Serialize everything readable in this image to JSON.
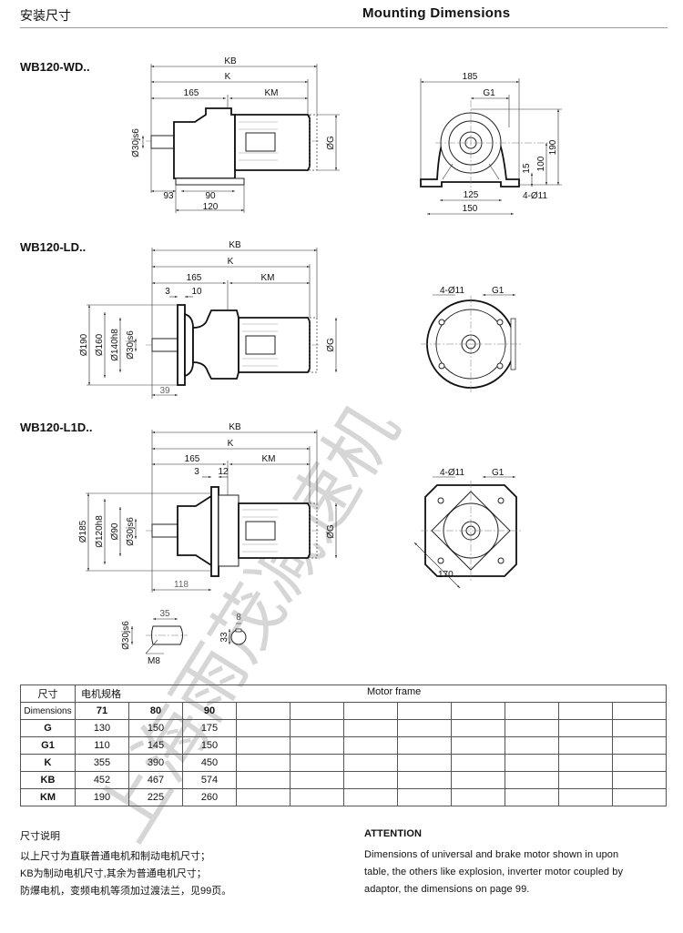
{
  "header": {
    "title_cn": "安装尺寸",
    "title_en": "Mounting Dimensions"
  },
  "watermark": "上海雨茂减速机",
  "drawings": {
    "wd": {
      "model": "WB120-WD..",
      "side": {
        "kb": "KB",
        "k": "K",
        "d165": "165",
        "km": "KM",
        "shaft": "Ø30js6",
        "g": "ØG",
        "d93": "93",
        "d90": "90",
        "d120": "120"
      },
      "end": {
        "d185": "185",
        "g1": "G1",
        "d190": "190",
        "d100": "100",
        "d15": "15",
        "d125": "125",
        "holes": "4-Ø11",
        "d150": "150"
      }
    },
    "ld": {
      "model": "WB120-LD..",
      "side": {
        "kb": "KB",
        "k": "K",
        "d165": "165",
        "km": "KM",
        "d3": "3",
        "d10": "10",
        "d190": "Ø190",
        "d160": "Ø160",
        "d140": "Ø140h8",
        "shaft": "Ø30js6",
        "g": "ØG",
        "d39": "39"
      },
      "end": {
        "holes": "4-Ø11",
        "g1": "G1"
      }
    },
    "l1d": {
      "model": "WB120-L1D..",
      "side": {
        "kb": "KB",
        "k": "K",
        "d165": "165",
        "km": "KM",
        "d3": "3",
        "d12": "12",
        "d185": "Ø185",
        "d120": "Ø120h8",
        "d90": "Ø90",
        "shaft": "Ø30js6",
        "g": "ØG",
        "d118": "118"
      },
      "end": {
        "holes": "4-Ø11",
        "g1": "G1",
        "d170": "170"
      }
    },
    "shaft_detail": {
      "d35": "35",
      "dia": "Ø30js6",
      "thread": "M8",
      "key": "8",
      "height": "33"
    }
  },
  "table": {
    "corner_cn": "尺寸",
    "corner_en": "Dimensions",
    "spec_cn": "电机规格",
    "motor_frame": "Motor frame",
    "frames": [
      "71",
      "80",
      "90",
      "",
      "",
      "",
      "",
      "",
      "",
      "",
      ""
    ],
    "rows": [
      {
        "label": "G",
        "values": [
          "130",
          "150",
          "175"
        ]
      },
      {
        "label": "G1",
        "values": [
          "110",
          "145",
          "150"
        ]
      },
      {
        "label": "K",
        "values": [
          "355",
          "390",
          "450"
        ]
      },
      {
        "label": "KB",
        "values": [
          "452",
          "467",
          "574"
        ]
      },
      {
        "label": "KM",
        "values": [
          "190",
          "225",
          "260"
        ]
      }
    ]
  },
  "notes_cn": {
    "title": "尺寸说明",
    "lines": [
      "以上尺寸为直联普通电机和制动电机尺寸；",
      "KB为制动电机尺寸,其余为普通电机尺寸；",
      "防爆电机，变频电机等须加过渡法兰，见99页。"
    ]
  },
  "notes_en": {
    "title": "ATTENTION",
    "lines": [
      "Dimensions of universal and brake motor shown in upon",
      "table, the others like explosion, inverter motor coupled by",
      "adaptor, the dimensions on page 99."
    ]
  }
}
